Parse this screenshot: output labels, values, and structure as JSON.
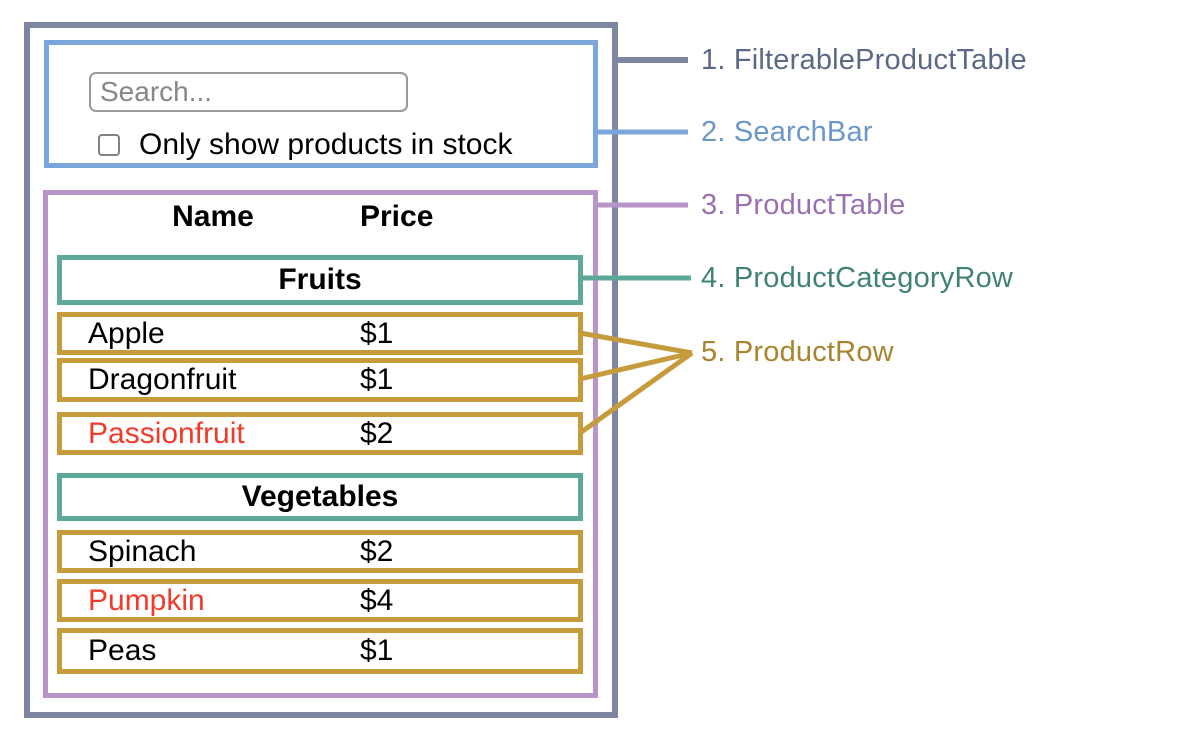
{
  "search_bar": {
    "placeholder": "Search...",
    "checkbox_label": "Only show products in stock",
    "checkbox_checked": false
  },
  "table": {
    "headers": {
      "name": "Name",
      "price": "Price"
    },
    "rows": [
      {
        "kind": "category",
        "label": "Fruits"
      },
      {
        "kind": "product",
        "name": "Apple",
        "price": "$1",
        "in_stock": true
      },
      {
        "kind": "product",
        "name": "Dragonfruit",
        "price": "$1",
        "in_stock": true
      },
      {
        "kind": "product",
        "name": "Passionfruit",
        "price": "$2",
        "in_stock": false
      },
      {
        "kind": "category",
        "label": "Vegetables"
      },
      {
        "kind": "product",
        "name": "Spinach",
        "price": "$2",
        "in_stock": true
      },
      {
        "kind": "product",
        "name": "Pumpkin",
        "price": "$4",
        "in_stock": false
      },
      {
        "kind": "product",
        "name": "Peas",
        "price": "$1",
        "in_stock": true
      }
    ]
  },
  "annotations": [
    {
      "text": "1. FilterableProductTable",
      "component": "filterable_product_table"
    },
    {
      "text": "2. SearchBar",
      "component": "search_bar"
    },
    {
      "text": "3. ProductTable",
      "component": "product_table"
    },
    {
      "text": "4. ProductCategoryRow",
      "component": "product_category_row"
    },
    {
      "text": "5. ProductRow",
      "component": "product_row"
    }
  ],
  "colors": {
    "filterable_product_table": {
      "border": "#7D87A0",
      "label": "#5C6986"
    },
    "search_bar": {
      "border": "#7AA6DB",
      "label": "#6B97C9"
    },
    "product_table": {
      "border": "#B795C9",
      "label": "#9A70B2"
    },
    "product_category_row": {
      "border": "#5EA89A",
      "label": "#408277"
    },
    "product_row": {
      "border": "#C69B3B",
      "label": "#A8842D"
    },
    "out_of_stock_text": "#F23A2B",
    "in_stock_text": "#000000"
  }
}
